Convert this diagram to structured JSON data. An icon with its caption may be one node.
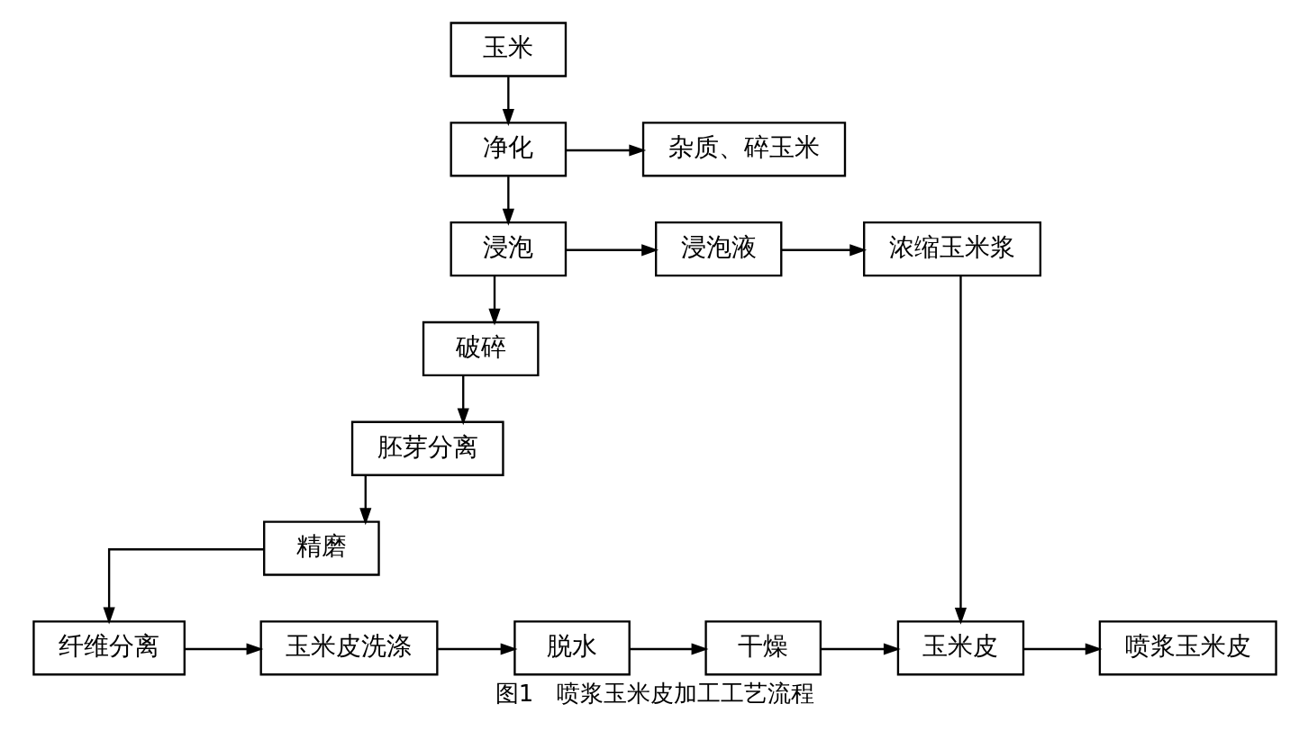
{
  "diagram": {
    "caption": "图1　喷浆玉米皮加工工艺流程",
    "nodes": [
      {
        "text": [
          "玉米"
        ]
      },
      {
        "text": [
          "净化"
        ]
      },
      {
        "text": [
          "杂质、碎玉米"
        ]
      },
      {
        "text": [
          "浸泡"
        ]
      },
      {
        "text": [
          "浸泡液"
        ]
      },
      {
        "text": [
          "浓缩玉米浆"
        ]
      },
      {
        "text": [
          "破碎"
        ]
      },
      {
        "text": [
          "胚芽分离"
        ]
      },
      {
        "text": [
          "精磨"
        ]
      },
      {
        "text": [
          "纤维分离"
        ]
      },
      {
        "text": [
          "玉米皮洗涤"
        ]
      },
      {
        "text": [
          "脱水"
        ]
      },
      {
        "text": [
          "干燥"
        ]
      },
      {
        "text": [
          "玉米皮"
        ]
      },
      {
        "text": [
          "喷浆玉米皮"
        ]
      }
    ],
    "edges": [
      {
        "from": 0,
        "to": 1,
        "arrow": "to"
      },
      {
        "from": 1,
        "to": 2,
        "arrow": "to"
      },
      {
        "from": 1,
        "to": 3,
        "arrow": "to"
      },
      {
        "from": 3,
        "to": 4,
        "arrow": "to"
      },
      {
        "from": 4,
        "to": 5,
        "arrow": "to"
      },
      {
        "from": 5,
        "to": 13,
        "arrow": "to"
      },
      {
        "from": 3,
        "to": 6,
        "arrow": "to"
      },
      {
        "from": 6,
        "to": 7,
        "arrow": "to"
      },
      {
        "from": 7,
        "to": 8,
        "arrow": "to"
      },
      {
        "from": 8,
        "to": 9,
        "arrow": "to"
      },
      {
        "from": 9,
        "to": 10,
        "arrow": "to"
      },
      {
        "from": 10,
        "to": 11,
        "arrow": "to"
      },
      {
        "from": 11,
        "to": 12,
        "arrow": "to"
      },
      {
        "from": 12,
        "to": 13,
        "arrow": "to"
      },
      {
        "from": 13,
        "to": 14,
        "arrow": "to"
      }
    ]
  }
}
